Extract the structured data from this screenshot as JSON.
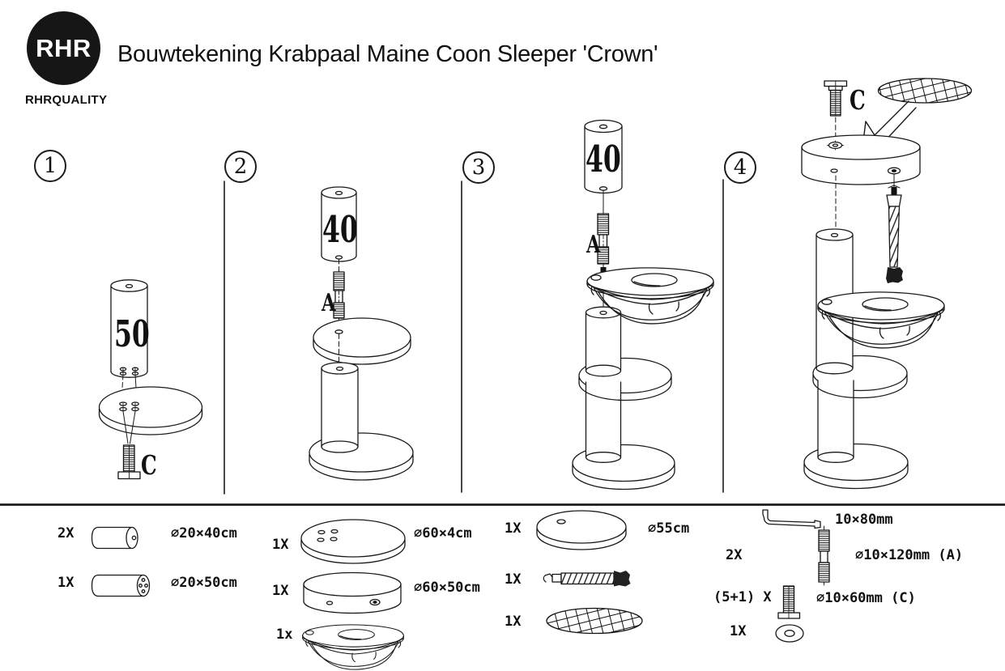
{
  "header": {
    "logo_text": "RHR",
    "brand": "RHRQUALITY",
    "title": "Bouwtekening Krabpaal Maine Coon Sleeper 'Crown'"
  },
  "steps": [
    {
      "number": "1",
      "pole_label": "50",
      "bolt_label": "C"
    },
    {
      "number": "2",
      "pole_label": "40",
      "rod_label": "A"
    },
    {
      "number": "3",
      "pole_label": "40",
      "rod_label": "A"
    },
    {
      "number": "4",
      "bolt_label": "C"
    }
  ],
  "parts_list": {
    "column1": [
      {
        "qty": "2X",
        "dim": "∅20×40cm",
        "part": "scratch-pole-40"
      },
      {
        "qty": "1X",
        "dim": "∅20×50cm",
        "part": "scratch-pole-50"
      }
    ],
    "column2": [
      {
        "qty": "1X",
        "dim": "∅60×4cm",
        "part": "round-plate-60"
      },
      {
        "qty": "1X",
        "dim": "∅60×50cm",
        "part": "base-drum-60"
      },
      {
        "qty": "1x",
        "dim": "",
        "part": "sleeper-lounger"
      }
    ],
    "column3": [
      {
        "qty": "1X",
        "dim": "∅55cm",
        "part": "round-plate-55"
      },
      {
        "qty": "1X",
        "dim": "",
        "part": "play-rope"
      },
      {
        "qty": "1X",
        "dim": "",
        "part": "scratch-mat"
      }
    ],
    "column4": [
      {
        "qty": "",
        "dim": "10×80mm",
        "part": "allen-key"
      },
      {
        "qty": "2X",
        "dim": "∅10×120mm (A)",
        "part": "threaded-rod-A"
      },
      {
        "qty": "(5+1) X",
        "dim": "∅10×60mm (C)",
        "part": "bolt-C"
      },
      {
        "qty": "1X",
        "dim": "",
        "part": "washer"
      }
    ]
  }
}
